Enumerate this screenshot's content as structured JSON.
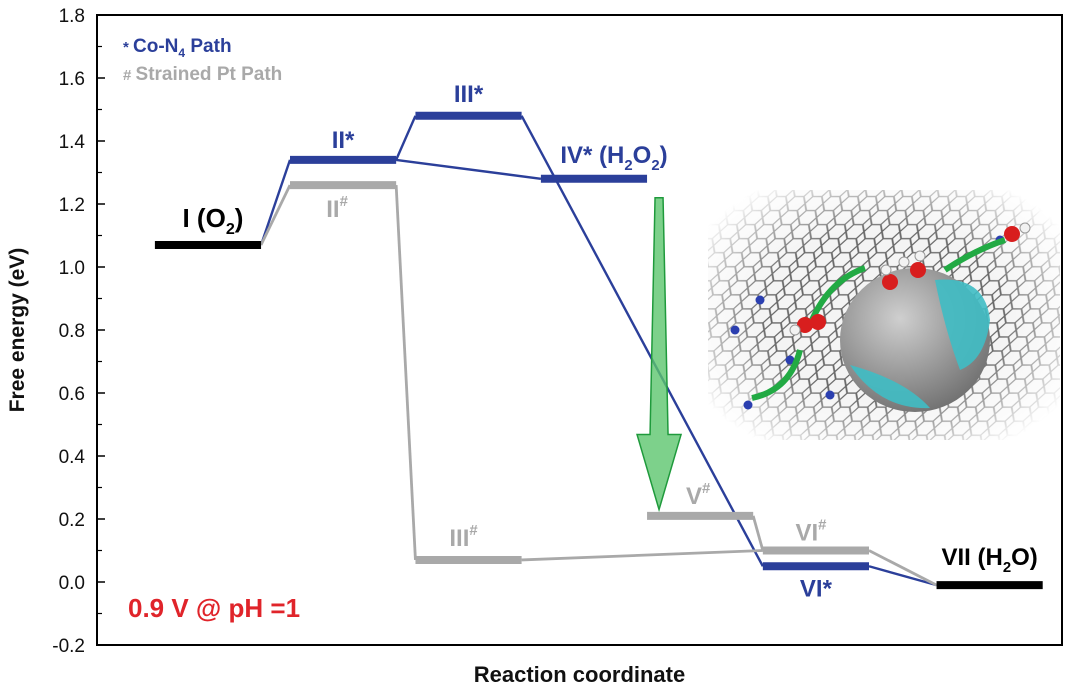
{
  "colors": {
    "co_path": "#2b3f9a",
    "pt_path": "#a9a9a9",
    "terminal": "#000000",
    "annotation": "#e0242a",
    "arrow": "#22aa44"
  },
  "chart_data": {
    "type": "line",
    "xlabel": "Reaction coordinate",
    "ylabel": "Free energy (eV)",
    "ylim": [
      -0.2,
      1.8
    ],
    "yticks": [
      "-0.2",
      "0.0",
      "0.2",
      "0.4",
      "0.6",
      "0.8",
      "1.0",
      "1.2",
      "1.4",
      "1.6",
      "1.8"
    ],
    "yticks_values": [
      -0.2,
      0.0,
      0.2,
      0.4,
      0.6,
      0.8,
      1.0,
      1.2,
      1.4,
      1.6,
      1.8
    ],
    "legend": [
      {
        "marker": "*",
        "label": "Co-N",
        "sub": "4",
        "suffix": " Path",
        "series": "co"
      },
      {
        "marker": "#",
        "label": "Strained Pt Path",
        "sub": "",
        "suffix": "",
        "series": "pt"
      }
    ],
    "annotation": "0.9 V @ pH =1",
    "terminal_states": [
      {
        "label": "I (O",
        "sub": "2",
        "tail": ")",
        "value": 1.07,
        "x_start": 0.06,
        "x_end": 0.17
      },
      {
        "label": "VII (H",
        "sub": "2",
        "tail": "O)",
        "value": -0.01,
        "x_start": 0.87,
        "x_end": 0.98
      }
    ],
    "series": [
      {
        "name": "Co-N4 Path",
        "key": "co",
        "levels": [
          {
            "label": "II*",
            "sub": "",
            "tail": "",
            "value": 1.34,
            "x_start": 0.2,
            "x_end": 0.31
          },
          {
            "label": "III*",
            "sub": "",
            "tail": "",
            "value": 1.48,
            "x_start": 0.33,
            "x_end": 0.44
          },
          {
            "label": "IV* (H",
            "sub": "2",
            "tail": "O",
            "sub2": "2",
            "tail2": ")",
            "value": 1.28,
            "x_start": 0.46,
            "x_end": 0.57
          },
          {
            "label": "VI*",
            "sub": "",
            "tail": "",
            "value": 0.05,
            "x_start": 0.69,
            "x_end": 0.8
          }
        ]
      },
      {
        "name": "Strained Pt Path",
        "key": "pt",
        "levels": [
          {
            "label": "II",
            "sup": "#",
            "value": 1.26,
            "x_start": 0.2,
            "x_end": 0.31
          },
          {
            "label": "III",
            "sup": "#",
            "value": 0.07,
            "x_start": 0.33,
            "x_end": 0.44
          },
          {
            "label": "V",
            "sup": "#",
            "value": 0.21,
            "x_start": 0.57,
            "x_end": 0.68
          },
          {
            "label": "VI",
            "sup": "#",
            "value": 0.1,
            "x_start": 0.69,
            "x_end": 0.8
          }
        ]
      }
    ],
    "connectors": [
      {
        "series": "co",
        "from_x": 0.17,
        "from_y": 1.07,
        "to_x": 0.2,
        "to_y": 1.34
      },
      {
        "series": "co",
        "from_x": 0.31,
        "from_y": 1.34,
        "to_x": 0.33,
        "to_y": 1.48
      },
      {
        "series": "co",
        "from_x": 0.31,
        "from_y": 1.34,
        "to_x": 0.46,
        "to_y": 1.28
      },
      {
        "series": "co",
        "from_x": 0.44,
        "from_y": 1.48,
        "to_x": 0.69,
        "to_y": 0.05
      },
      {
        "series": "co",
        "from_x": 0.8,
        "from_y": 0.05,
        "to_x": 0.87,
        "to_y": -0.01
      },
      {
        "series": "pt",
        "from_x": 0.17,
        "from_y": 1.07,
        "to_x": 0.2,
        "to_y": 1.26
      },
      {
        "series": "pt",
        "from_x": 0.31,
        "from_y": 1.26,
        "to_x": 0.33,
        "to_y": 0.07
      },
      {
        "series": "pt",
        "from_x": 0.44,
        "from_y": 0.07,
        "to_x": 0.69,
        "to_y": 0.1
      },
      {
        "series": "pt",
        "from_x": 0.68,
        "from_y": 0.21,
        "to_x": 0.69,
        "to_y": 0.1
      },
      {
        "series": "pt",
        "from_x": 0.8,
        "from_y": 0.1,
        "to_x": 0.87,
        "to_y": -0.01
      }
    ],
    "transfer_arrow": {
      "from_y": 1.22,
      "to_y": 0.23,
      "x": 0.57
    }
  }
}
